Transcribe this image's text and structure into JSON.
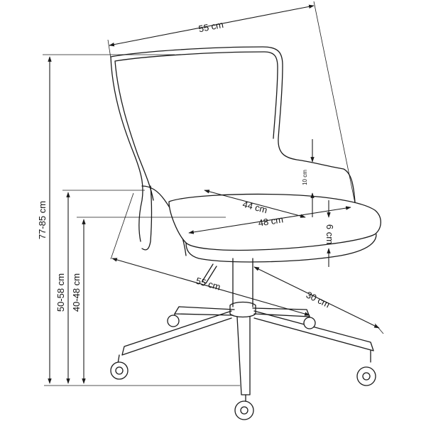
{
  "dimensions": {
    "overall_width": "55 cm",
    "total_height": "77-85 cm",
    "armless_height": "50-58 cm",
    "seat_height": "40-48 cm",
    "seat_depth": "44 cm",
    "seat_width": "48 cm",
    "backrest_gap": "10 cm",
    "seat_thickness": "6 cm",
    "base_diameter": "55 cm",
    "gas_lift": "30 cm"
  },
  "colors": {
    "line": "#1a1a1a",
    "background": "#ffffff"
  }
}
